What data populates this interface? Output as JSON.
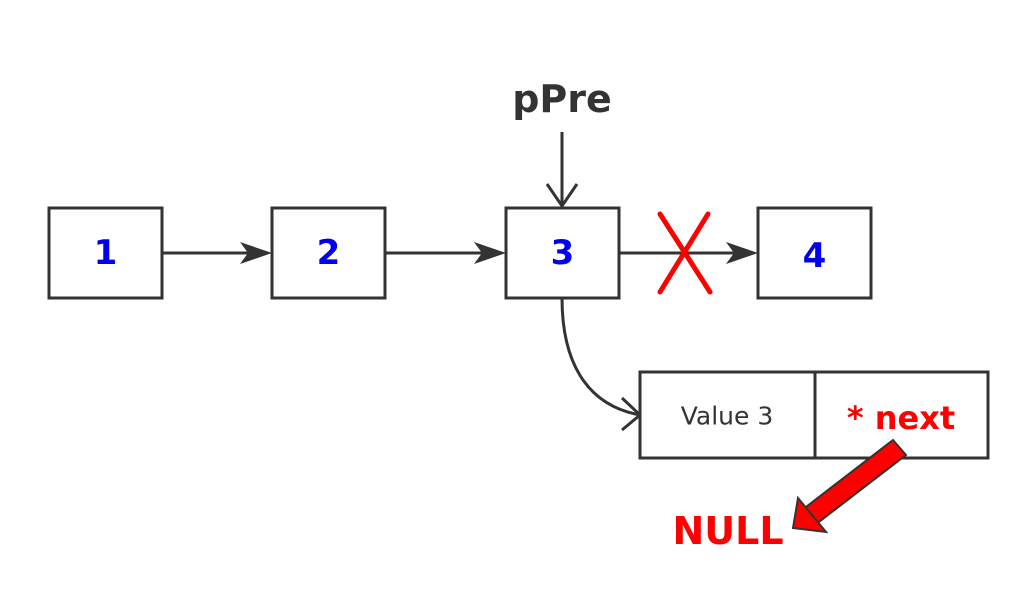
{
  "nodes": {
    "n1": "1",
    "n2": "2",
    "n3": "3",
    "n4": "4"
  },
  "pointer": {
    "label": "pPre"
  },
  "struct_node": {
    "value": "Value 3",
    "next": "* next"
  },
  "null_label": "NULL",
  "colors": {
    "node_label": "#0000ee",
    "line": "#333333",
    "highlight": "#ff0000"
  }
}
